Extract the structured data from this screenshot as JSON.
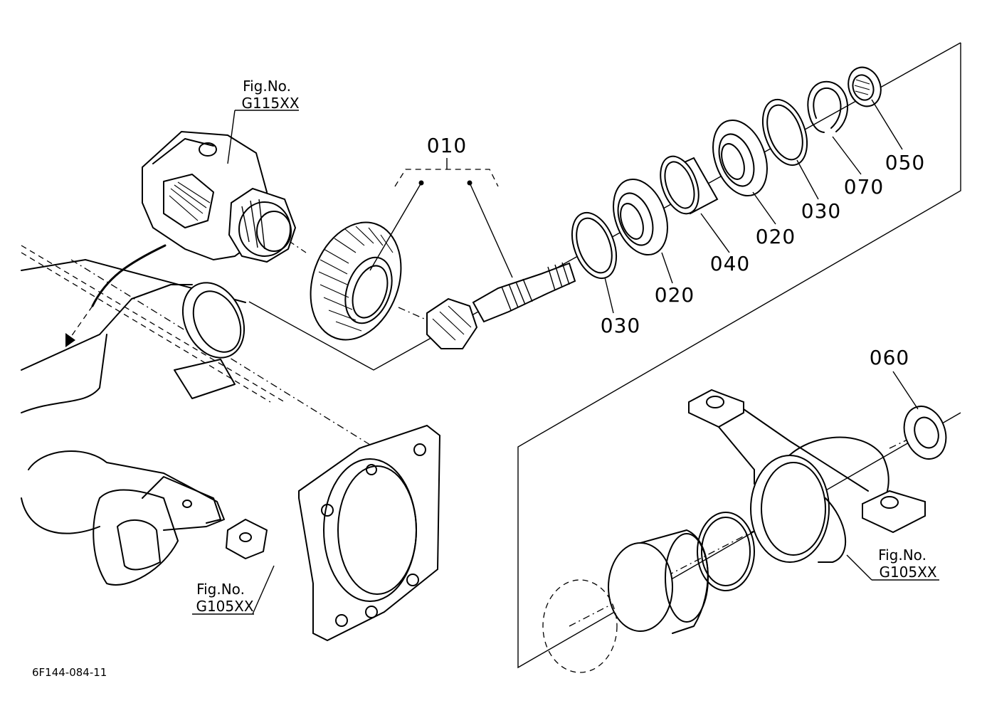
{
  "drawing_id": "6F144-084-11",
  "figure_refs": [
    {
      "prefix": "Fig.No.",
      "code": "G115XX"
    },
    {
      "prefix": "Fig.No.",
      "code": "G105XX"
    },
    {
      "prefix": "Fig.No.",
      "code": "G105XX"
    }
  ],
  "parts": [
    {
      "label": "010"
    },
    {
      "label": "050"
    },
    {
      "label": "070"
    },
    {
      "label": "030"
    },
    {
      "label": "020"
    },
    {
      "label": "040"
    },
    {
      "label": "020"
    },
    {
      "label": "030"
    },
    {
      "label": "060"
    }
  ],
  "colors": {
    "line": "#000000",
    "background": "#ffffff"
  }
}
